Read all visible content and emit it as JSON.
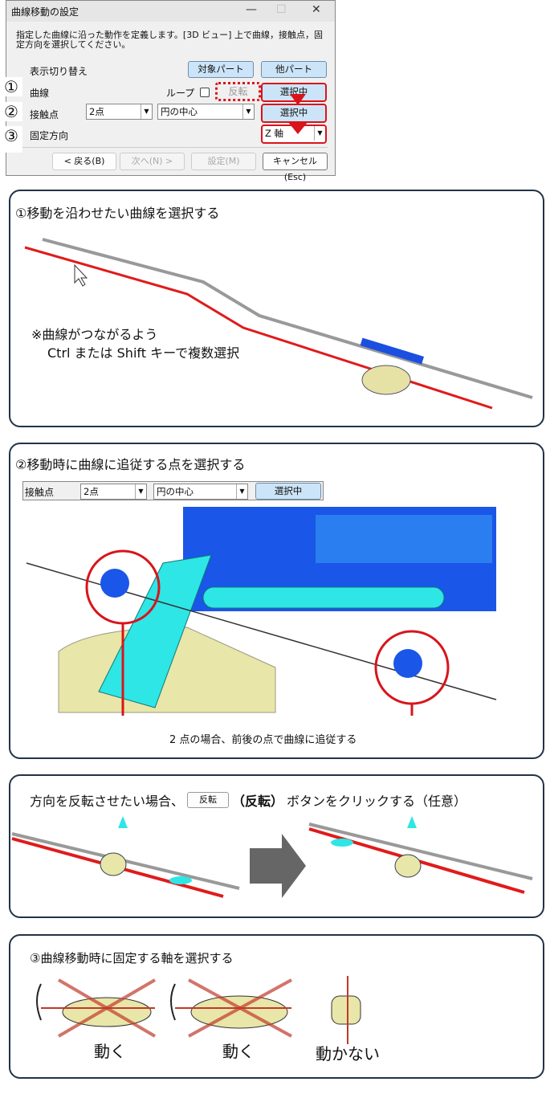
{
  "dialog": {
    "title": "曲線移動の設定",
    "description": "指定した曲線に沿った動作を定義します。[3D ビュー] 上で曲線，接触点，固定方向を選択してください。",
    "display_toggle_label": "表示切り替え",
    "target_part_button": "対象パート",
    "other_part_button": "他パート",
    "curve_label": "曲線",
    "loop_label": "ループ",
    "reverse_button": "反転",
    "selecting_button": "選択中",
    "contact_label": "接触点",
    "contact_count": "2点",
    "contact_type": "円の中心",
    "fixed_dir_label": "固定方向",
    "fixed_dir_value": "Z 軸",
    "back_button": "< 戻る(B)",
    "next_button": "次へ(N) >",
    "set_button": "設定(M)",
    "cancel_button": "キャンセル(Esc)",
    "step_numbers": [
      "①",
      "②",
      "③"
    ]
  },
  "panel1": {
    "title": "①移動を沿わせたい曲線を選択する",
    "note_line1": "※曲線がつながるよう",
    "note_line2": "Ctrl または Shift キーで複数選択"
  },
  "panel2": {
    "title": "②移動時に曲線に追従する点を選択する",
    "contact_label": "接触点",
    "contact_count": "2点",
    "contact_type": "円の中心",
    "selecting_button": "選択中",
    "caption": "2 点の場合、前後の点で曲線に追従する"
  },
  "panel3": {
    "title_before": "方向を反転させたい場合、",
    "reverse_button": "反転",
    "title_bold": "（反転）",
    "title_after": "ボタンをクリックする（任意）"
  },
  "panel4": {
    "title": "③曲線移動時に固定する軸を選択する",
    "labels": [
      "動く",
      "動く",
      "動かない"
    ]
  },
  "colors": {
    "accent_red": "#d9141b",
    "button_blue": "#cce4f7",
    "panel_border": "#223347",
    "cyan": "#2ee6e6",
    "blue": "#1a4fe0"
  }
}
